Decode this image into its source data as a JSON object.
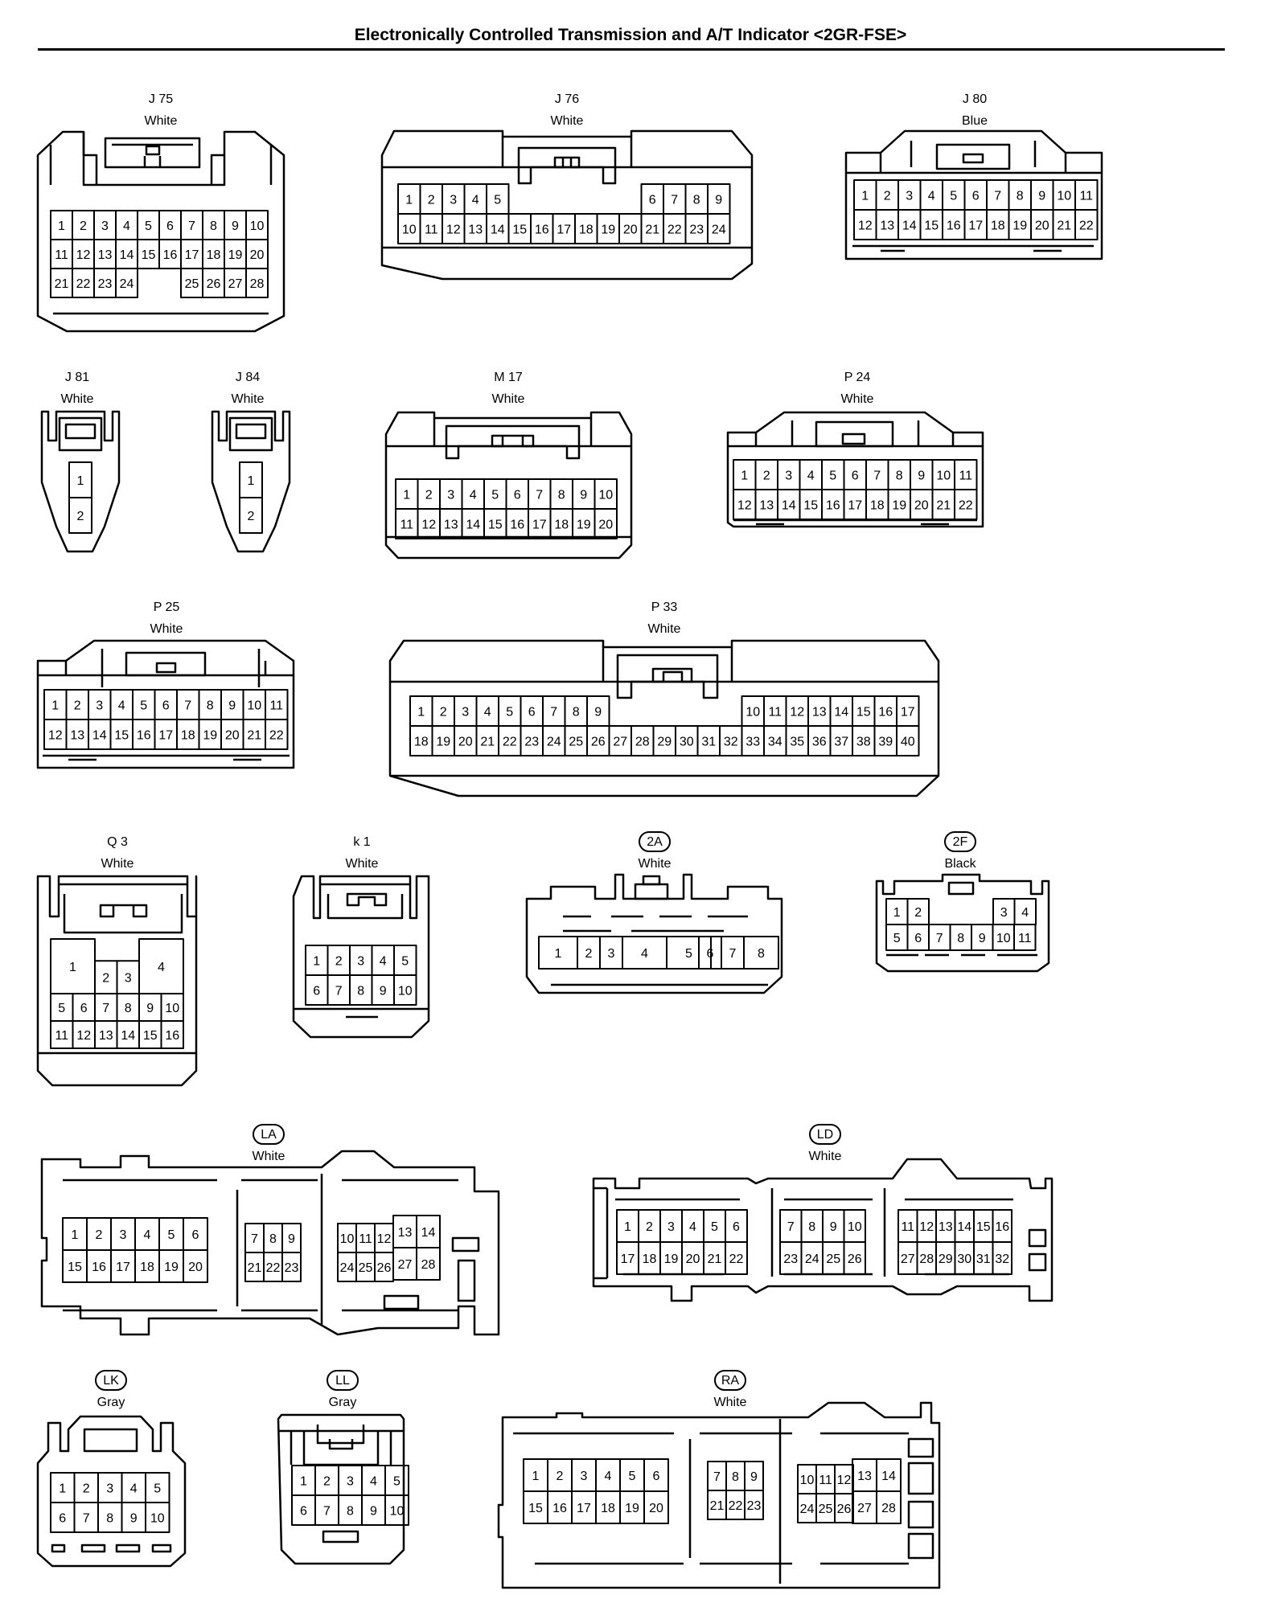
{
  "title": "Electronically Controlled Transmission and A/T Indicator <2GR-FSE>",
  "connectors": [
    {
      "id": "J75",
      "code": "J 75",
      "color": "White",
      "circled": false,
      "rows": [
        [
          "1",
          "2",
          "3",
          "4",
          "5",
          "6",
          "7",
          "8",
          "9",
          "10"
        ],
        [
          "11",
          "12",
          "13",
          "14",
          "15",
          "16",
          "17",
          "18",
          "19",
          "20"
        ],
        [
          "21",
          "22",
          "23",
          "24",
          "",
          "",
          "25",
          "26",
          "27",
          "28"
        ]
      ]
    },
    {
      "id": "J76",
      "code": "J 76",
      "color": "White",
      "circled": false,
      "rows": [
        [
          "1",
          "2",
          "3",
          "4",
          "5",
          "",
          "",
          "",
          "",
          "",
          "",
          "6",
          "7",
          "8",
          "9"
        ],
        [
          "10",
          "11",
          "12",
          "13",
          "14",
          "15",
          "16",
          "17",
          "18",
          "19",
          "20",
          "21",
          "22",
          "23",
          "24"
        ]
      ]
    },
    {
      "id": "J80",
      "code": "J 80",
      "color": "Blue",
      "circled": false,
      "rows": [
        [
          "1",
          "2",
          "3",
          "4",
          "5",
          "6",
          "7",
          "8",
          "9",
          "10",
          "11"
        ],
        [
          "12",
          "13",
          "14",
          "15",
          "16",
          "17",
          "18",
          "19",
          "20",
          "21",
          "22"
        ]
      ]
    },
    {
      "id": "J81",
      "code": "J 81",
      "color": "White",
      "circled": false,
      "rows": [
        [
          "1"
        ],
        [
          "2"
        ]
      ]
    },
    {
      "id": "J84",
      "code": "J 84",
      "color": "White",
      "circled": false,
      "rows": [
        [
          "1"
        ],
        [
          "2"
        ]
      ]
    },
    {
      "id": "M17",
      "code": "M 17",
      "color": "White",
      "circled": false,
      "rows": [
        [
          "1",
          "2",
          "3",
          "4",
          "5",
          "6",
          "7",
          "8",
          "9",
          "10"
        ],
        [
          "11",
          "12",
          "13",
          "14",
          "15",
          "16",
          "17",
          "18",
          "19",
          "20"
        ]
      ]
    },
    {
      "id": "P24",
      "code": "P 24",
      "color": "White",
      "circled": false,
      "rows": [
        [
          "1",
          "2",
          "3",
          "4",
          "5",
          "6",
          "7",
          "8",
          "9",
          "10",
          "11"
        ],
        [
          "12",
          "13",
          "14",
          "15",
          "16",
          "17",
          "18",
          "19",
          "20",
          "21",
          "22"
        ]
      ]
    },
    {
      "id": "P25",
      "code": "P 25",
      "color": "White",
      "circled": false,
      "rows": [
        [
          "1",
          "2",
          "3",
          "4",
          "5",
          "6",
          "7",
          "8",
          "9",
          "10",
          "11"
        ],
        [
          "12",
          "13",
          "14",
          "15",
          "16",
          "17",
          "18",
          "19",
          "20",
          "21",
          "22"
        ]
      ]
    },
    {
      "id": "P33",
      "code": "P 33",
      "color": "White",
      "circled": false,
      "rows": [
        [
          "1",
          "2",
          "3",
          "4",
          "5",
          "6",
          "7",
          "8",
          "9",
          "",
          "",
          "",
          "",
          "",
          "",
          "10",
          "11",
          "12",
          "13",
          "14",
          "15",
          "16",
          "17"
        ],
        [
          "18",
          "19",
          "20",
          "21",
          "22",
          "23",
          "24",
          "25",
          "26",
          "27",
          "28",
          "29",
          "30",
          "31",
          "32",
          "33",
          "34",
          "35",
          "36",
          "37",
          "38",
          "39",
          "40"
        ]
      ]
    },
    {
      "id": "Q3",
      "code": "Q 3",
      "color": "White",
      "circled": false,
      "rows": [
        [
          "1",
          "2",
          "3",
          "4"
        ],
        [
          "5",
          "6",
          "7",
          "8",
          "9",
          "10"
        ],
        [
          "11",
          "12",
          "13",
          "14",
          "15",
          "16"
        ]
      ]
    },
    {
      "id": "k1",
      "code": "k 1",
      "color": "White",
      "circled": false,
      "rows": [
        [
          "1",
          "2",
          "3",
          "4",
          "5"
        ],
        [
          "6",
          "7",
          "8",
          "9",
          "10"
        ]
      ]
    },
    {
      "id": "2A",
      "code": "2A",
      "color": "White",
      "circled": true,
      "rows": [
        [
          "1",
          "2",
          "3",
          "4",
          "5",
          "6",
          "7",
          "8"
        ]
      ]
    },
    {
      "id": "2F",
      "code": "2F",
      "color": "Black",
      "circled": true,
      "rows": [
        [
          "1",
          "2",
          "3",
          "4"
        ],
        [
          "5",
          "6",
          "7",
          "8",
          "9",
          "10",
          "11"
        ]
      ]
    },
    {
      "id": "LA",
      "code": "LA",
      "color": "White",
      "circled": true,
      "rows": [
        [
          "1",
          "2",
          "3",
          "4",
          "5",
          "6",
          "7",
          "8",
          "9",
          "10",
          "11",
          "12",
          "13",
          "14"
        ],
        [
          "15",
          "16",
          "17",
          "18",
          "19",
          "20",
          "21",
          "22",
          "23",
          "24",
          "25",
          "26",
          "27",
          "28"
        ]
      ]
    },
    {
      "id": "LD",
      "code": "LD",
      "color": "White",
      "circled": true,
      "rows": [
        [
          "1",
          "2",
          "3",
          "4",
          "5",
          "6",
          "7",
          "8",
          "9",
          "10",
          "11",
          "12",
          "13",
          "14",
          "15",
          "16"
        ],
        [
          "17",
          "18",
          "19",
          "20",
          "21",
          "22",
          "23",
          "24",
          "25",
          "26",
          "27",
          "28",
          "29",
          "30",
          "31",
          "32"
        ]
      ]
    },
    {
      "id": "LK",
      "code": "LK",
      "color": "Gray",
      "circled": true,
      "rows": [
        [
          "1",
          "2",
          "3",
          "4",
          "5"
        ],
        [
          "6",
          "7",
          "8",
          "9",
          "10"
        ]
      ]
    },
    {
      "id": "LL",
      "code": "LL",
      "color": "Gray",
      "circled": true,
      "rows": [
        [
          "1",
          "2",
          "3",
          "4",
          "5"
        ],
        [
          "6",
          "7",
          "8",
          "9",
          "10"
        ]
      ]
    },
    {
      "id": "RA",
      "code": "RA",
      "color": "White",
      "circled": true,
      "rows": [
        [
          "1",
          "2",
          "3",
          "4",
          "5",
          "6",
          "7",
          "8",
          "9",
          "10",
          "11",
          "12",
          "13",
          "14"
        ],
        [
          "15",
          "16",
          "17",
          "18",
          "19",
          "20",
          "21",
          "22",
          "23",
          "24",
          "25",
          "26",
          "27",
          "28"
        ]
      ]
    }
  ]
}
